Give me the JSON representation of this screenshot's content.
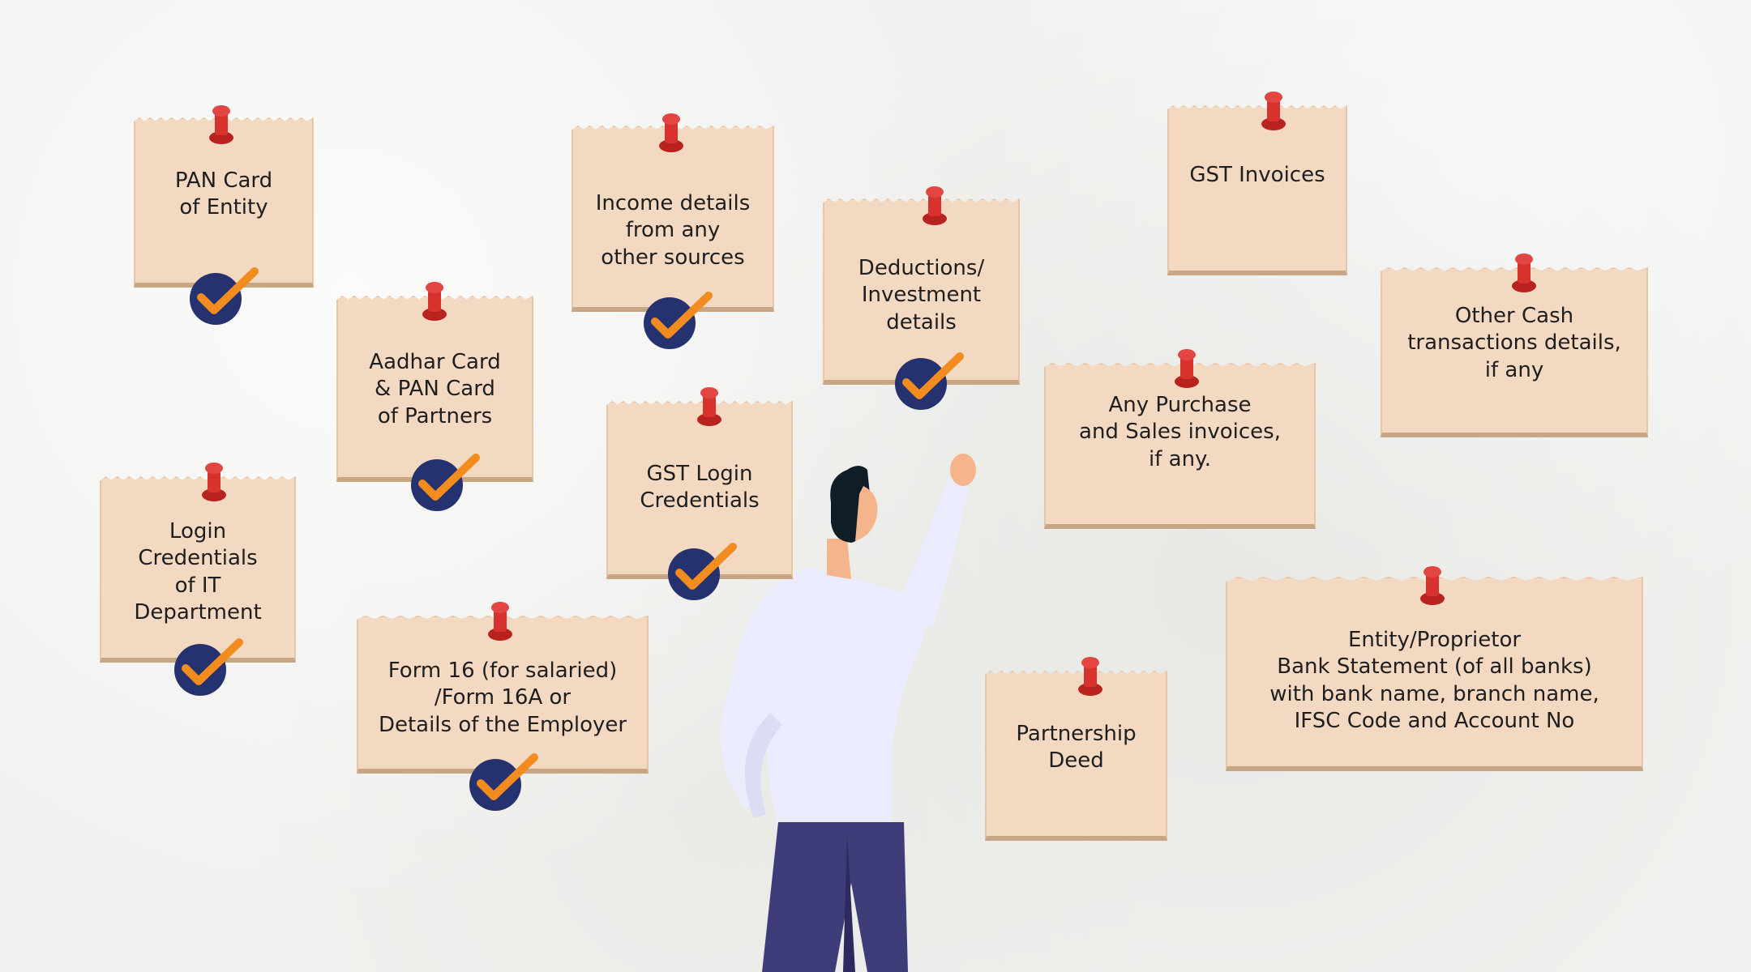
{
  "notes": [
    {
      "id": "pan-card-entity",
      "text": "PAN Card\nof Entity",
      "checked": true
    },
    {
      "id": "income-details",
      "text": "Income details\nfrom any\nother sources",
      "checked": true
    },
    {
      "id": "deductions",
      "text": "Deductions/\nInvestment\ndetails",
      "checked": true
    },
    {
      "id": "gst-invoices",
      "text": "GST Invoices",
      "checked": false
    },
    {
      "id": "other-cash",
      "text": "Other Cash\ntransactions details,\nif any",
      "checked": false
    },
    {
      "id": "aadhar-pan-partners",
      "text": "Aadhar Card\n& PAN Card\nof Partners",
      "checked": true
    },
    {
      "id": "gst-login",
      "text": "GST Login\nCredentials",
      "checked": true
    },
    {
      "id": "purchase-sales",
      "text": "Any Purchase\nand Sales invoices,\nif any.",
      "checked": false
    },
    {
      "id": "login-it",
      "text": "Login\nCredentials\nof IT\nDepartment",
      "checked": true
    },
    {
      "id": "form-16",
      "text": "Form 16 (for salaried)\n/Form 16A or\nDetails of the Employer",
      "checked": true
    },
    {
      "id": "partnership-deed",
      "text": "Partnership\nDeed",
      "checked": false
    },
    {
      "id": "bank-statement",
      "text": "Entity/Proprietor\nBank Statement (of all banks)\nwith bank name, branch name,\nIFSC Code and Account No",
      "checked": false
    }
  ],
  "icons": {
    "pin": "push-pin-icon",
    "check": "checkmark-icon"
  },
  "colors": {
    "paper": "#f4d9c2",
    "pin": "#d8322f",
    "check_circle": "#26316f",
    "check_mark": "#f28c1f",
    "shirt": "#ececff",
    "pants": "#3f3d79",
    "hair": "#0f1e26",
    "skin": "#f4b58c"
  }
}
